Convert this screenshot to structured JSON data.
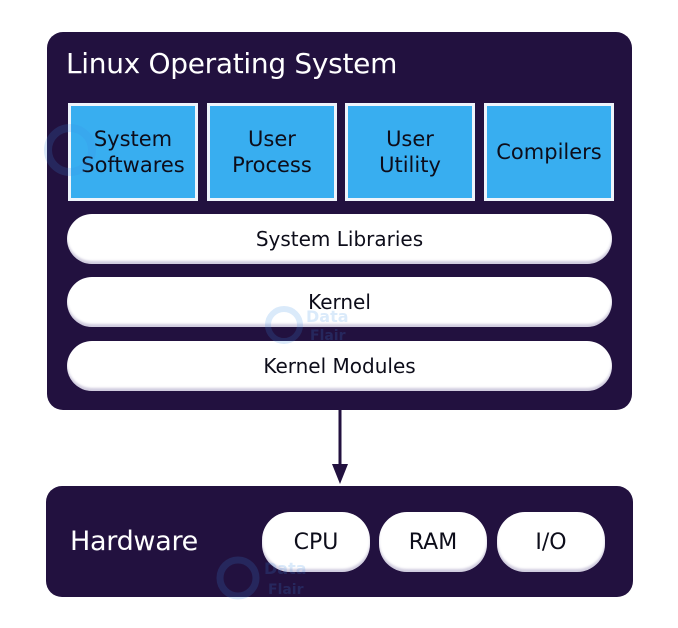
{
  "os": {
    "title": "Linux Operating System",
    "components": [
      {
        "label_line1": "System",
        "label_line2": "Softwares"
      },
      {
        "label_line1": "User",
        "label_line2": "Process"
      },
      {
        "label_line1": "User",
        "label_line2": "Utility"
      },
      {
        "label_line1": "Compilers",
        "label_line2": ""
      }
    ],
    "layers": [
      "System Libraries",
      "Kernel",
      "Kernel Modules"
    ]
  },
  "hardware": {
    "title": "Hardware",
    "items": [
      "CPU",
      "RAM",
      "I/O"
    ]
  },
  "watermark": {
    "line1": "Data",
    "line2": "Flair"
  },
  "colors": {
    "panel": "#22113f",
    "component_box": "#38aef0",
    "pill": "#ffffff",
    "title_text": "#ffffff"
  }
}
